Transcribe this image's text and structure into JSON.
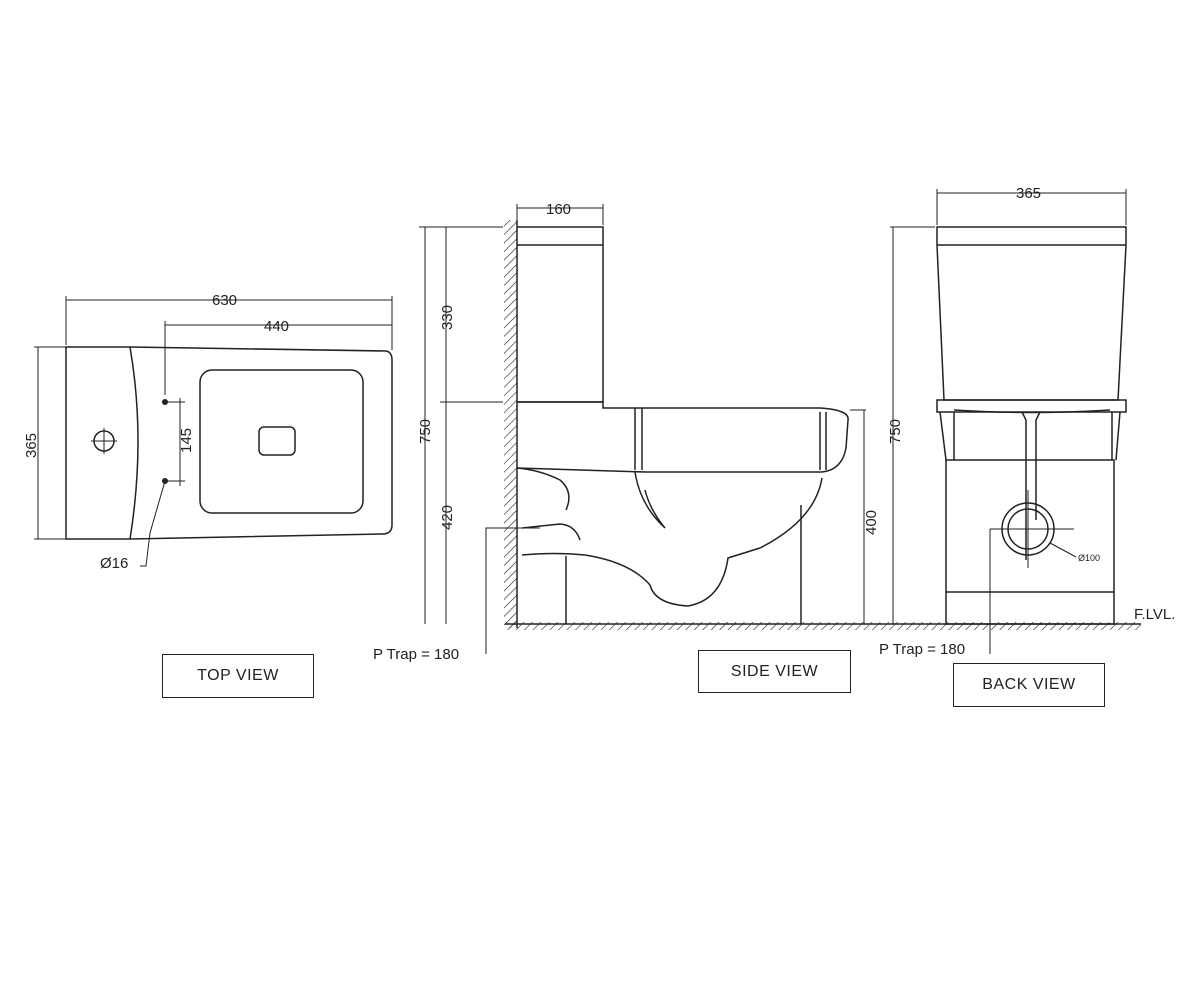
{
  "views": {
    "top": {
      "label": "TOP VIEW",
      "dims": {
        "length": "630",
        "bowl_length": "440",
        "width": "365",
        "hole_spacing": "145",
        "hole_dia": "Ø16"
      }
    },
    "side": {
      "label": "SIDE VIEW",
      "dims": {
        "tank_depth": "160",
        "total_height": "750",
        "tank_height": "330",
        "seat_height": "420",
        "rim_height": "400",
        "trap": "P Trap = 180"
      }
    },
    "back": {
      "label": "BACK VIEW",
      "dims": {
        "width": "365",
        "total_height": "750",
        "outlet_dia": "Ø100",
        "trap": "P Trap = 180"
      }
    }
  },
  "floor_level": "F.LVL."
}
